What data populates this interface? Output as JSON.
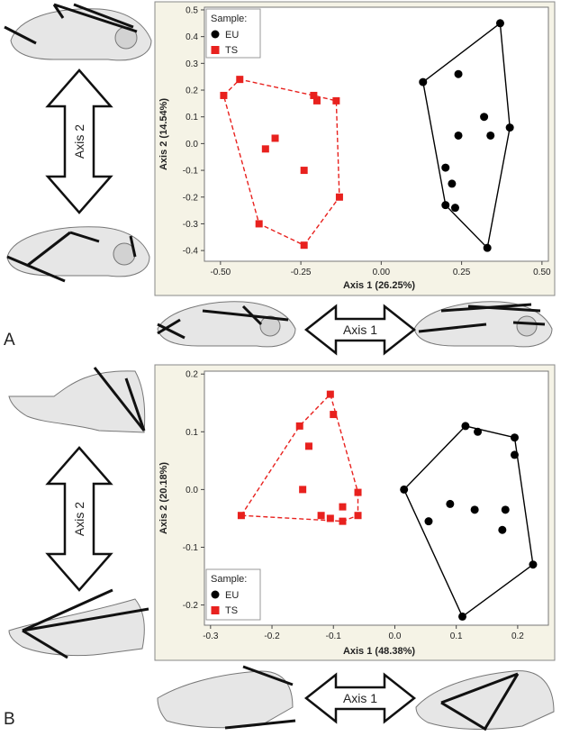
{
  "panel_labels": [
    "A",
    "B"
  ],
  "arrows": {
    "a_axis2": "Axis 2",
    "a_axis1": "Axis 1",
    "b_axis2": "Axis 2",
    "b_axis1": "Axis 1"
  },
  "colors": {
    "EU": "#000000",
    "TS": "#e8211e",
    "plot_bg": "#f5f3e6"
  },
  "chart_data": [
    {
      "type": "scatter",
      "panel": "A",
      "xlabel": "Axis 1 (26.25%)",
      "ylabel": "Axis 2 (14.54%)",
      "xlim": [
        -0.55,
        0.52
      ],
      "ylim": [
        -0.44,
        0.51
      ],
      "xticks": [
        -0.5,
        -0.25,
        0.0,
        0.25,
        0.5
      ],
      "xtick_labels": [
        "-0.50",
        "-0.25",
        "0.00",
        "0.25",
        "0.50"
      ],
      "yticks": [
        -0.4,
        -0.3,
        -0.2,
        -0.1,
        0.0,
        0.1,
        0.2,
        0.3,
        0.4,
        0.5
      ],
      "ytick_labels": [
        "-0.4",
        "-0.3",
        "-0.2",
        "-0.1",
        "0.0",
        "0.1",
        "0.2",
        "0.3",
        "0.4",
        "0.5"
      ],
      "legend": {
        "title": "Sample:",
        "position": "top-left"
      },
      "series": [
        {
          "name": "EU",
          "marker": "circle",
          "points": [
            [
              0.13,
              0.23
            ],
            [
              0.37,
              0.45
            ],
            [
              0.24,
              0.26
            ],
            [
              0.32,
              0.1
            ],
            [
              0.34,
              0.03
            ],
            [
              0.24,
              0.03
            ],
            [
              0.4,
              0.06
            ],
            [
              0.2,
              -0.09
            ],
            [
              0.22,
              -0.15
            ],
            [
              0.2,
              -0.23
            ],
            [
              0.23,
              -0.24
            ],
            [
              0.33,
              -0.39
            ]
          ],
          "hull": [
            [
              0.13,
              0.23
            ],
            [
              0.37,
              0.45
            ],
            [
              0.4,
              0.06
            ],
            [
              0.33,
              -0.39
            ],
            [
              0.2,
              -0.23
            ],
            [
              0.13,
              0.23
            ]
          ]
        },
        {
          "name": "TS",
          "marker": "square",
          "points": [
            [
              -0.49,
              0.18
            ],
            [
              -0.44,
              0.24
            ],
            [
              -0.21,
              0.18
            ],
            [
              -0.2,
              0.16
            ],
            [
              -0.14,
              0.16
            ],
            [
              -0.33,
              0.02
            ],
            [
              -0.36,
              -0.02
            ],
            [
              -0.24,
              -0.1
            ],
            [
              -0.13,
              -0.2
            ],
            [
              -0.38,
              -0.3
            ],
            [
              -0.24,
              -0.38
            ]
          ],
          "hull": [
            [
              -0.49,
              0.18
            ],
            [
              -0.44,
              0.24
            ],
            [
              -0.21,
              0.18
            ],
            [
              -0.14,
              0.16
            ],
            [
              -0.13,
              -0.2
            ],
            [
              -0.24,
              -0.38
            ],
            [
              -0.38,
              -0.3
            ],
            [
              -0.49,
              0.18
            ]
          ]
        }
      ]
    },
    {
      "type": "scatter",
      "panel": "B",
      "xlabel": "Axis 1 (48.38%)",
      "ylabel": "Axis 2 (20.18%)",
      "xlim": [
        -0.31,
        0.25
      ],
      "ylim": [
        -0.235,
        0.205
      ],
      "xticks": [
        -0.3,
        -0.2,
        -0.1,
        0.0,
        0.1,
        0.2
      ],
      "xtick_labels": [
        "-0.3",
        "-0.2",
        "-0.1",
        "0.0",
        "0.1",
        "0.2"
      ],
      "yticks": [
        -0.2,
        -0.1,
        0.0,
        0.1,
        0.2
      ],
      "ytick_labels": [
        "-0.2",
        "-0.1",
        "0.0",
        "0.1",
        "0.2"
      ],
      "legend": {
        "title": "Sample:",
        "position": "bottom-left"
      },
      "series": [
        {
          "name": "EU",
          "marker": "circle",
          "points": [
            [
              0.015,
              0.0
            ],
            [
              0.115,
              0.11
            ],
            [
              0.135,
              0.1
            ],
            [
              0.195,
              0.09
            ],
            [
              0.195,
              0.06
            ],
            [
              0.055,
              -0.055
            ],
            [
              0.09,
              -0.025
            ],
            [
              0.13,
              -0.035
            ],
            [
              0.18,
              -0.035
            ],
            [
              0.175,
              -0.07
            ],
            [
              0.225,
              -0.13
            ],
            [
              0.11,
              -0.22
            ]
          ],
          "hull": [
            [
              0.015,
              0.0
            ],
            [
              0.115,
              0.11
            ],
            [
              0.195,
              0.09
            ],
            [
              0.225,
              -0.13
            ],
            [
              0.11,
              -0.22
            ],
            [
              0.015,
              0.0
            ]
          ]
        },
        {
          "name": "TS",
          "marker": "square",
          "points": [
            [
              -0.25,
              -0.045
            ],
            [
              -0.155,
              0.11
            ],
            [
              -0.15,
              0.0
            ],
            [
              -0.14,
              0.075
            ],
            [
              -0.105,
              0.165
            ],
            [
              -0.1,
              0.13
            ],
            [
              -0.085,
              -0.03
            ],
            [
              -0.06,
              -0.005
            ],
            [
              -0.06,
              -0.045
            ],
            [
              -0.12,
              -0.045
            ],
            [
              -0.105,
              -0.05
            ],
            [
              -0.085,
              -0.055
            ]
          ],
          "hull": [
            [
              -0.25,
              -0.045
            ],
            [
              -0.155,
              0.11
            ],
            [
              -0.105,
              0.165
            ],
            [
              -0.06,
              -0.005
            ],
            [
              -0.06,
              -0.045
            ],
            [
              -0.085,
              -0.055
            ],
            [
              -0.25,
              -0.045
            ]
          ]
        }
      ]
    }
  ]
}
